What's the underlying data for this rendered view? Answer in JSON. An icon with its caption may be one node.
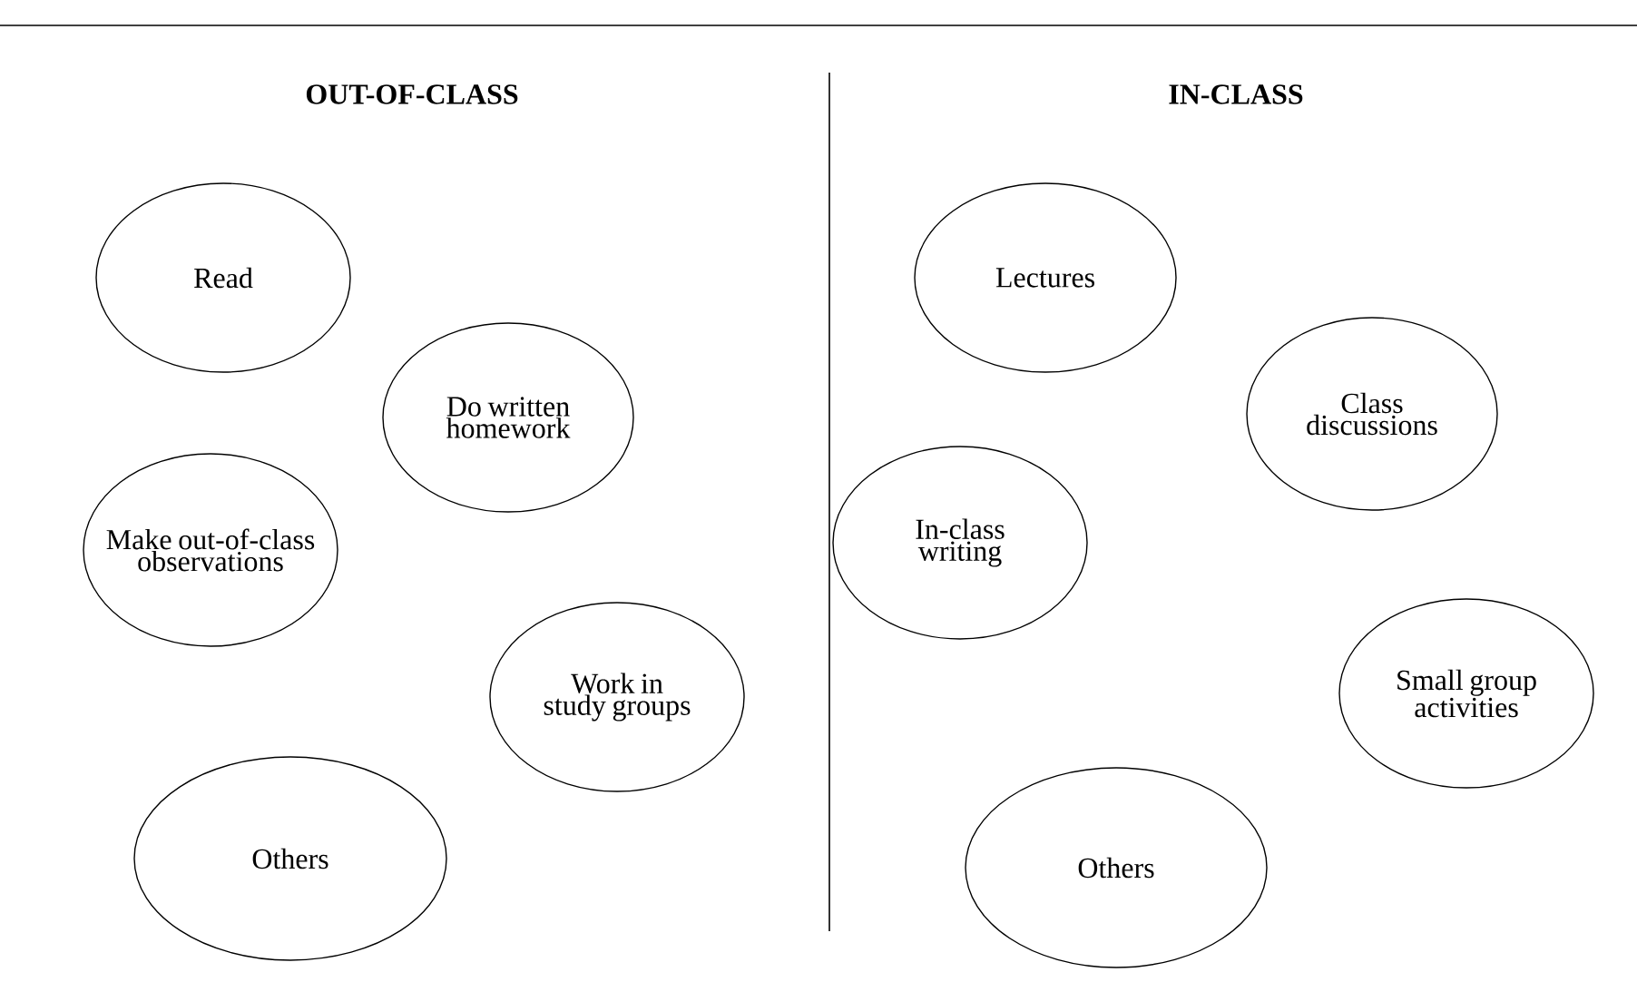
{
  "diagram": {
    "nodes": [
      {
        "text": [
          "Read"
        ]
      },
      {
        "text": [
          "Do written homework"
        ]
      },
      {
        "text": [
          "Make out-of-class observations"
        ]
      },
      {
        "text": [
          "Work in study groups"
        ]
      },
      {
        "text": [
          "Others"
        ]
      },
      {
        "text": [
          "Lectures"
        ]
      },
      {
        "text": [
          "Class discussions"
        ]
      },
      {
        "text": [
          "In-class writing"
        ]
      },
      {
        "text": [
          "Small group activities"
        ]
      },
      {
        "text": [
          "Others"
        ]
      }
    ],
    "labels": [
      "OUT-OF-CLASS",
      "IN-CLASS"
    ]
  }
}
